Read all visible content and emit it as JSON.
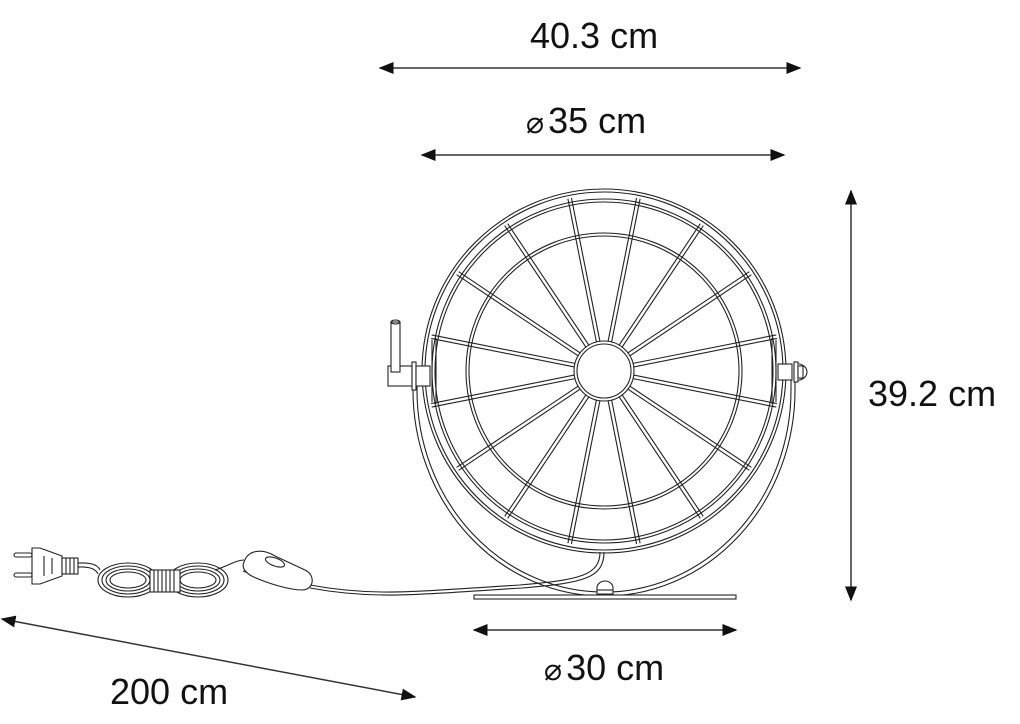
{
  "figure": {
    "type": "product dimension drawing",
    "subject": "round cage table lamp on swivel bracket with cord, inline switch and plug"
  },
  "dimensions": {
    "overall_width": {
      "value": "40.3 cm",
      "symbol": ""
    },
    "shade_diameter": {
      "value": "35 cm",
      "symbol": "⌀"
    },
    "overall_height": {
      "value": "39.2 cm",
      "symbol": ""
    },
    "base_diameter": {
      "value": "30 cm",
      "symbol": "⌀"
    },
    "cord_length": {
      "value": "200 cm",
      "symbol": ""
    }
  },
  "parts": {
    "shade": "wire cage shade",
    "hub": "center hub",
    "bracket": "swivel bracket",
    "knob_left": "adjustment knob",
    "knob_right": "pivot bolt",
    "base": "round base plate",
    "cord": "power cord",
    "switch": "inline switch",
    "plug": "euro plug",
    "coil": "coiled cable"
  },
  "colors": {
    "line": "#222222",
    "background": "#ffffff",
    "text": "#111111"
  }
}
